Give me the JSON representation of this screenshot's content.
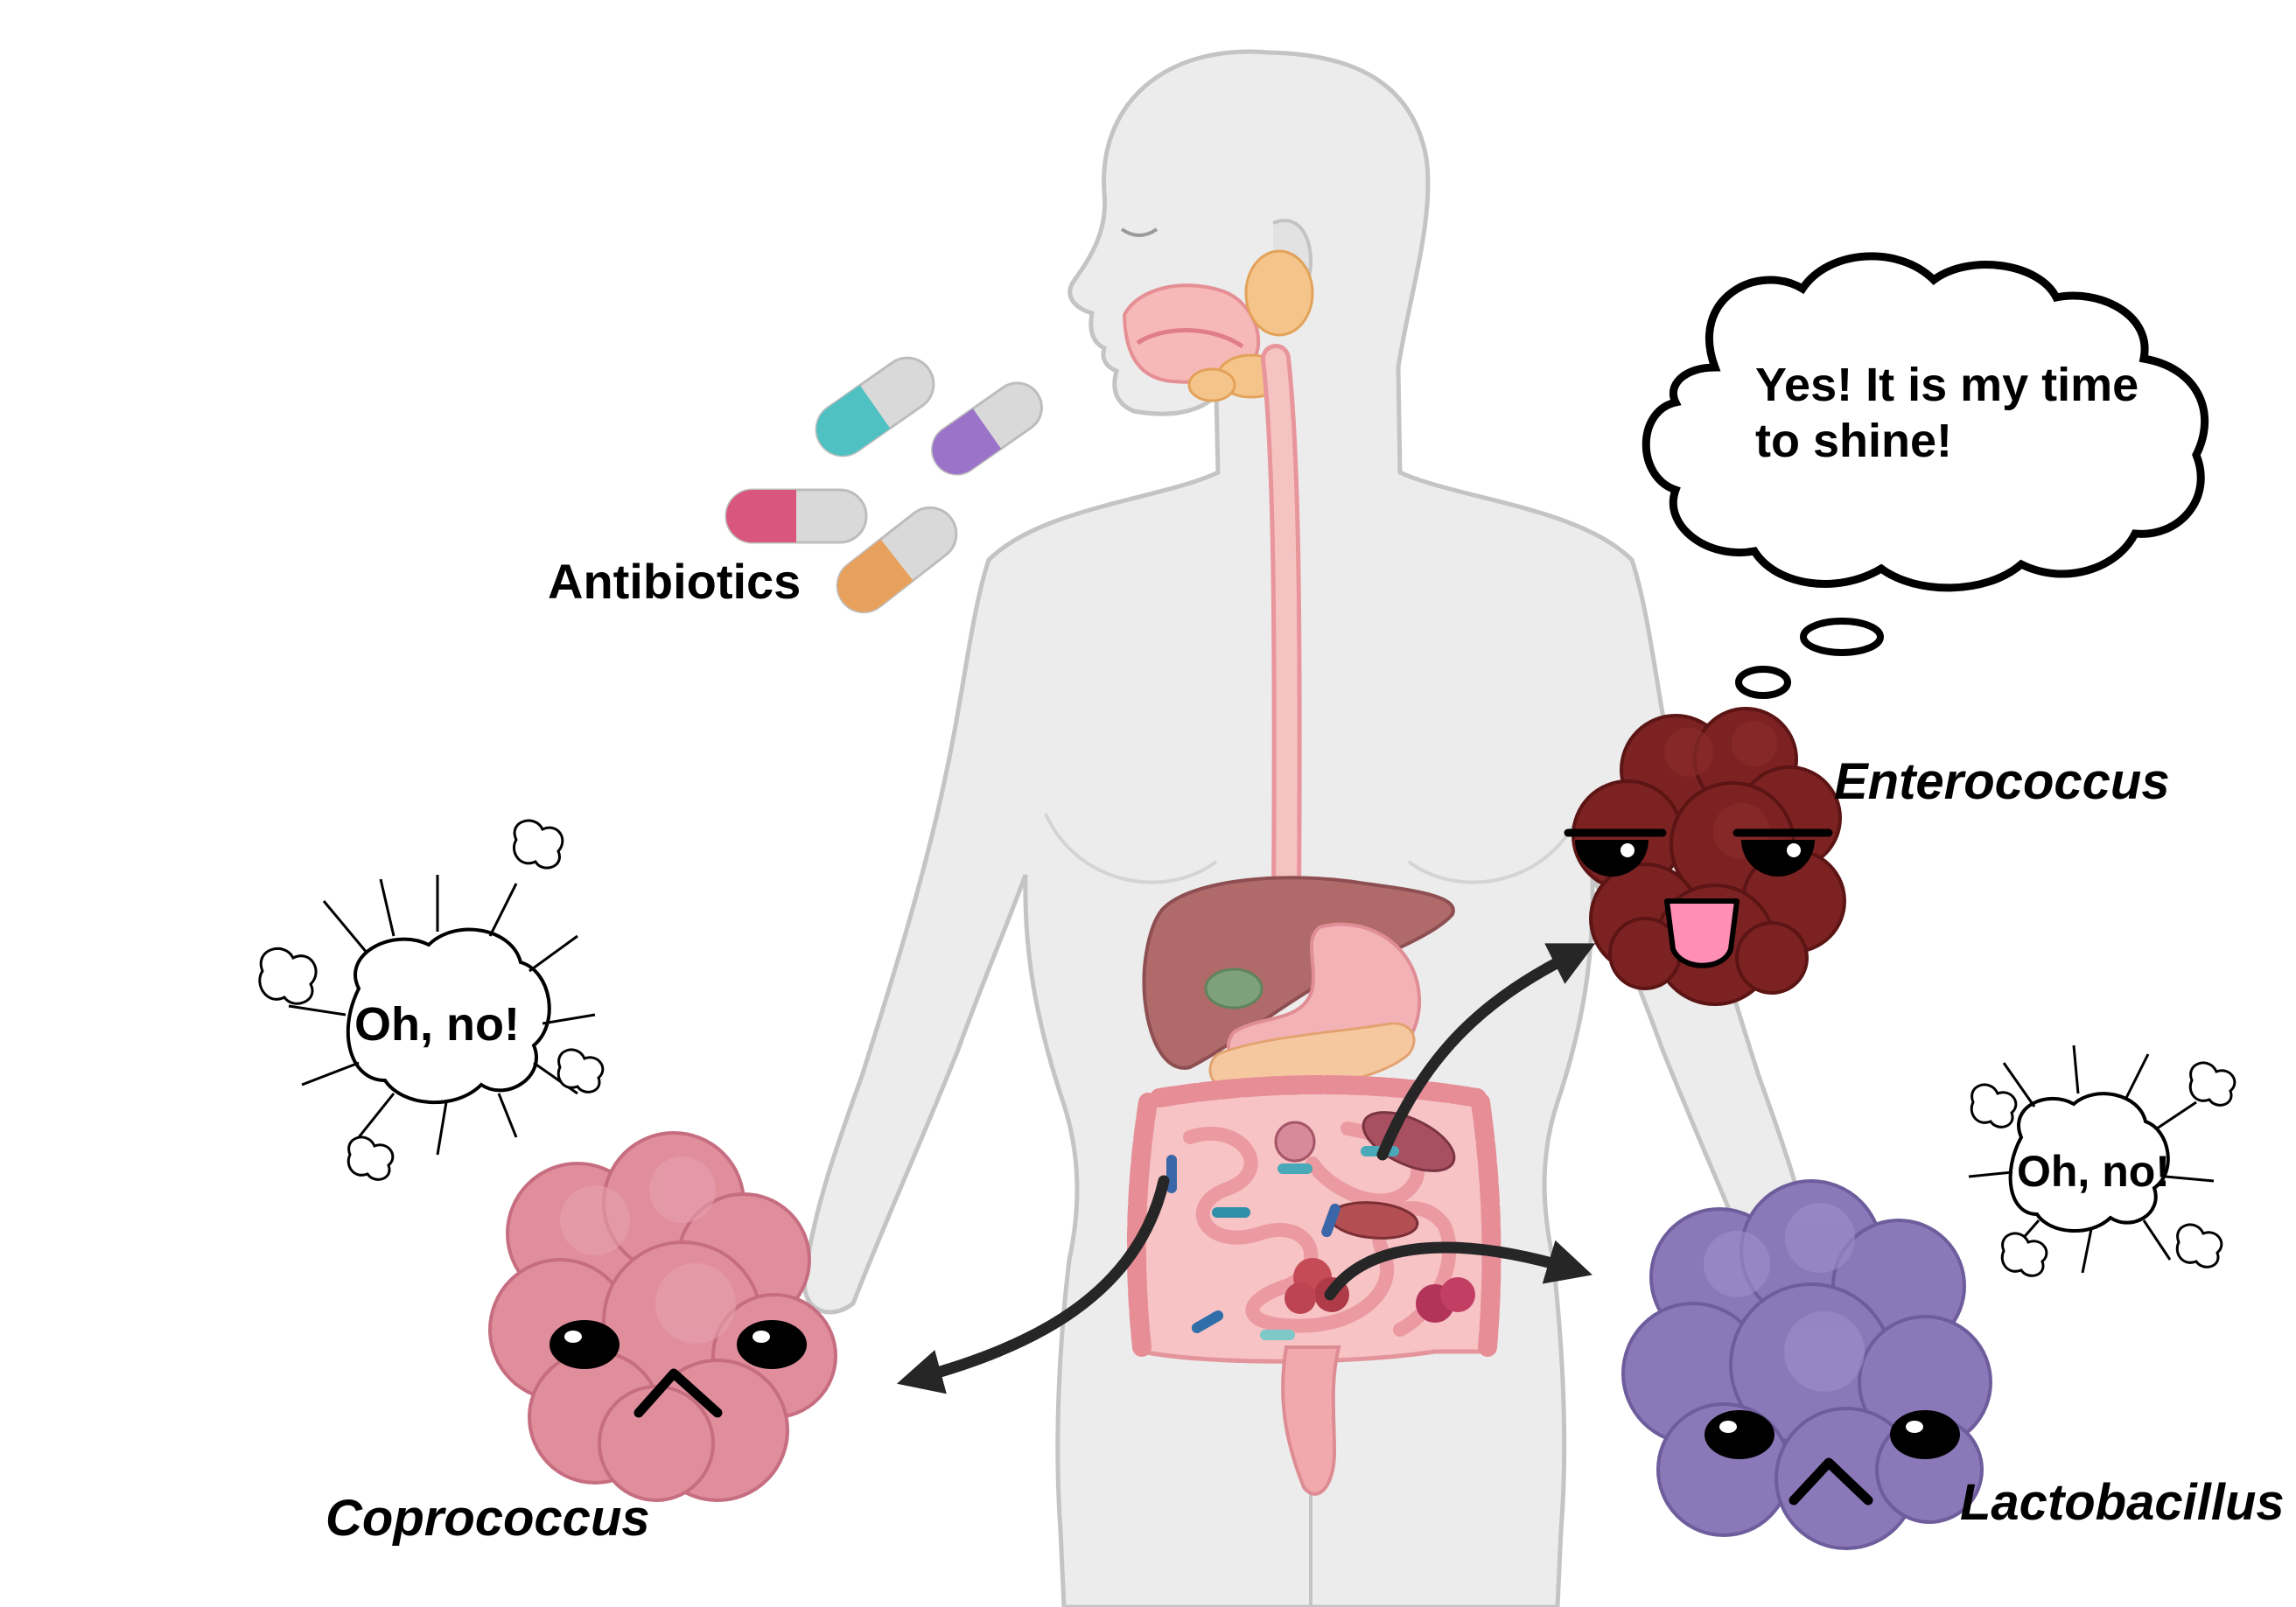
{
  "labels": {
    "antibiotics": "Antibiotics",
    "thought_bubble": [
      "Yes! It is my time",
      "to shine!"
    ],
    "enterococcus": "Enterococcus",
    "coprococcus": "Coprococcus",
    "lactobacillus": "Lactobacillus",
    "exclamation_left": "Oh, no!",
    "exclamation_right": "Oh, no!"
  },
  "colors": {
    "body_fill": "#ececec",
    "body_outline": "#c4c4c4",
    "esophagus": "#f3b6b6",
    "liver": "#b06a6a",
    "stomach": "#f3b3b6",
    "pancreas": "#f5c9a4",
    "intestine": "#f1a9ae",
    "enterococcus": "#7c2222",
    "coprococcus": "#e08d9c",
    "lactobacillus": "#8a78b8",
    "arrow": "#262626",
    "tongue": "#ff8fb5",
    "pill_teal": "#4fc1c2",
    "pill_purple": "#9b73c9",
    "pill_pink": "#d9567e",
    "pill_orange": "#e8a15c",
    "pill_white": "#d9d9d9"
  },
  "icons": [
    "human-body-icon",
    "capsule-icon",
    "bacteria-cluster-icon",
    "thought-cloud-icon",
    "explosion-burst-icon",
    "curved-arrow-icon"
  ]
}
